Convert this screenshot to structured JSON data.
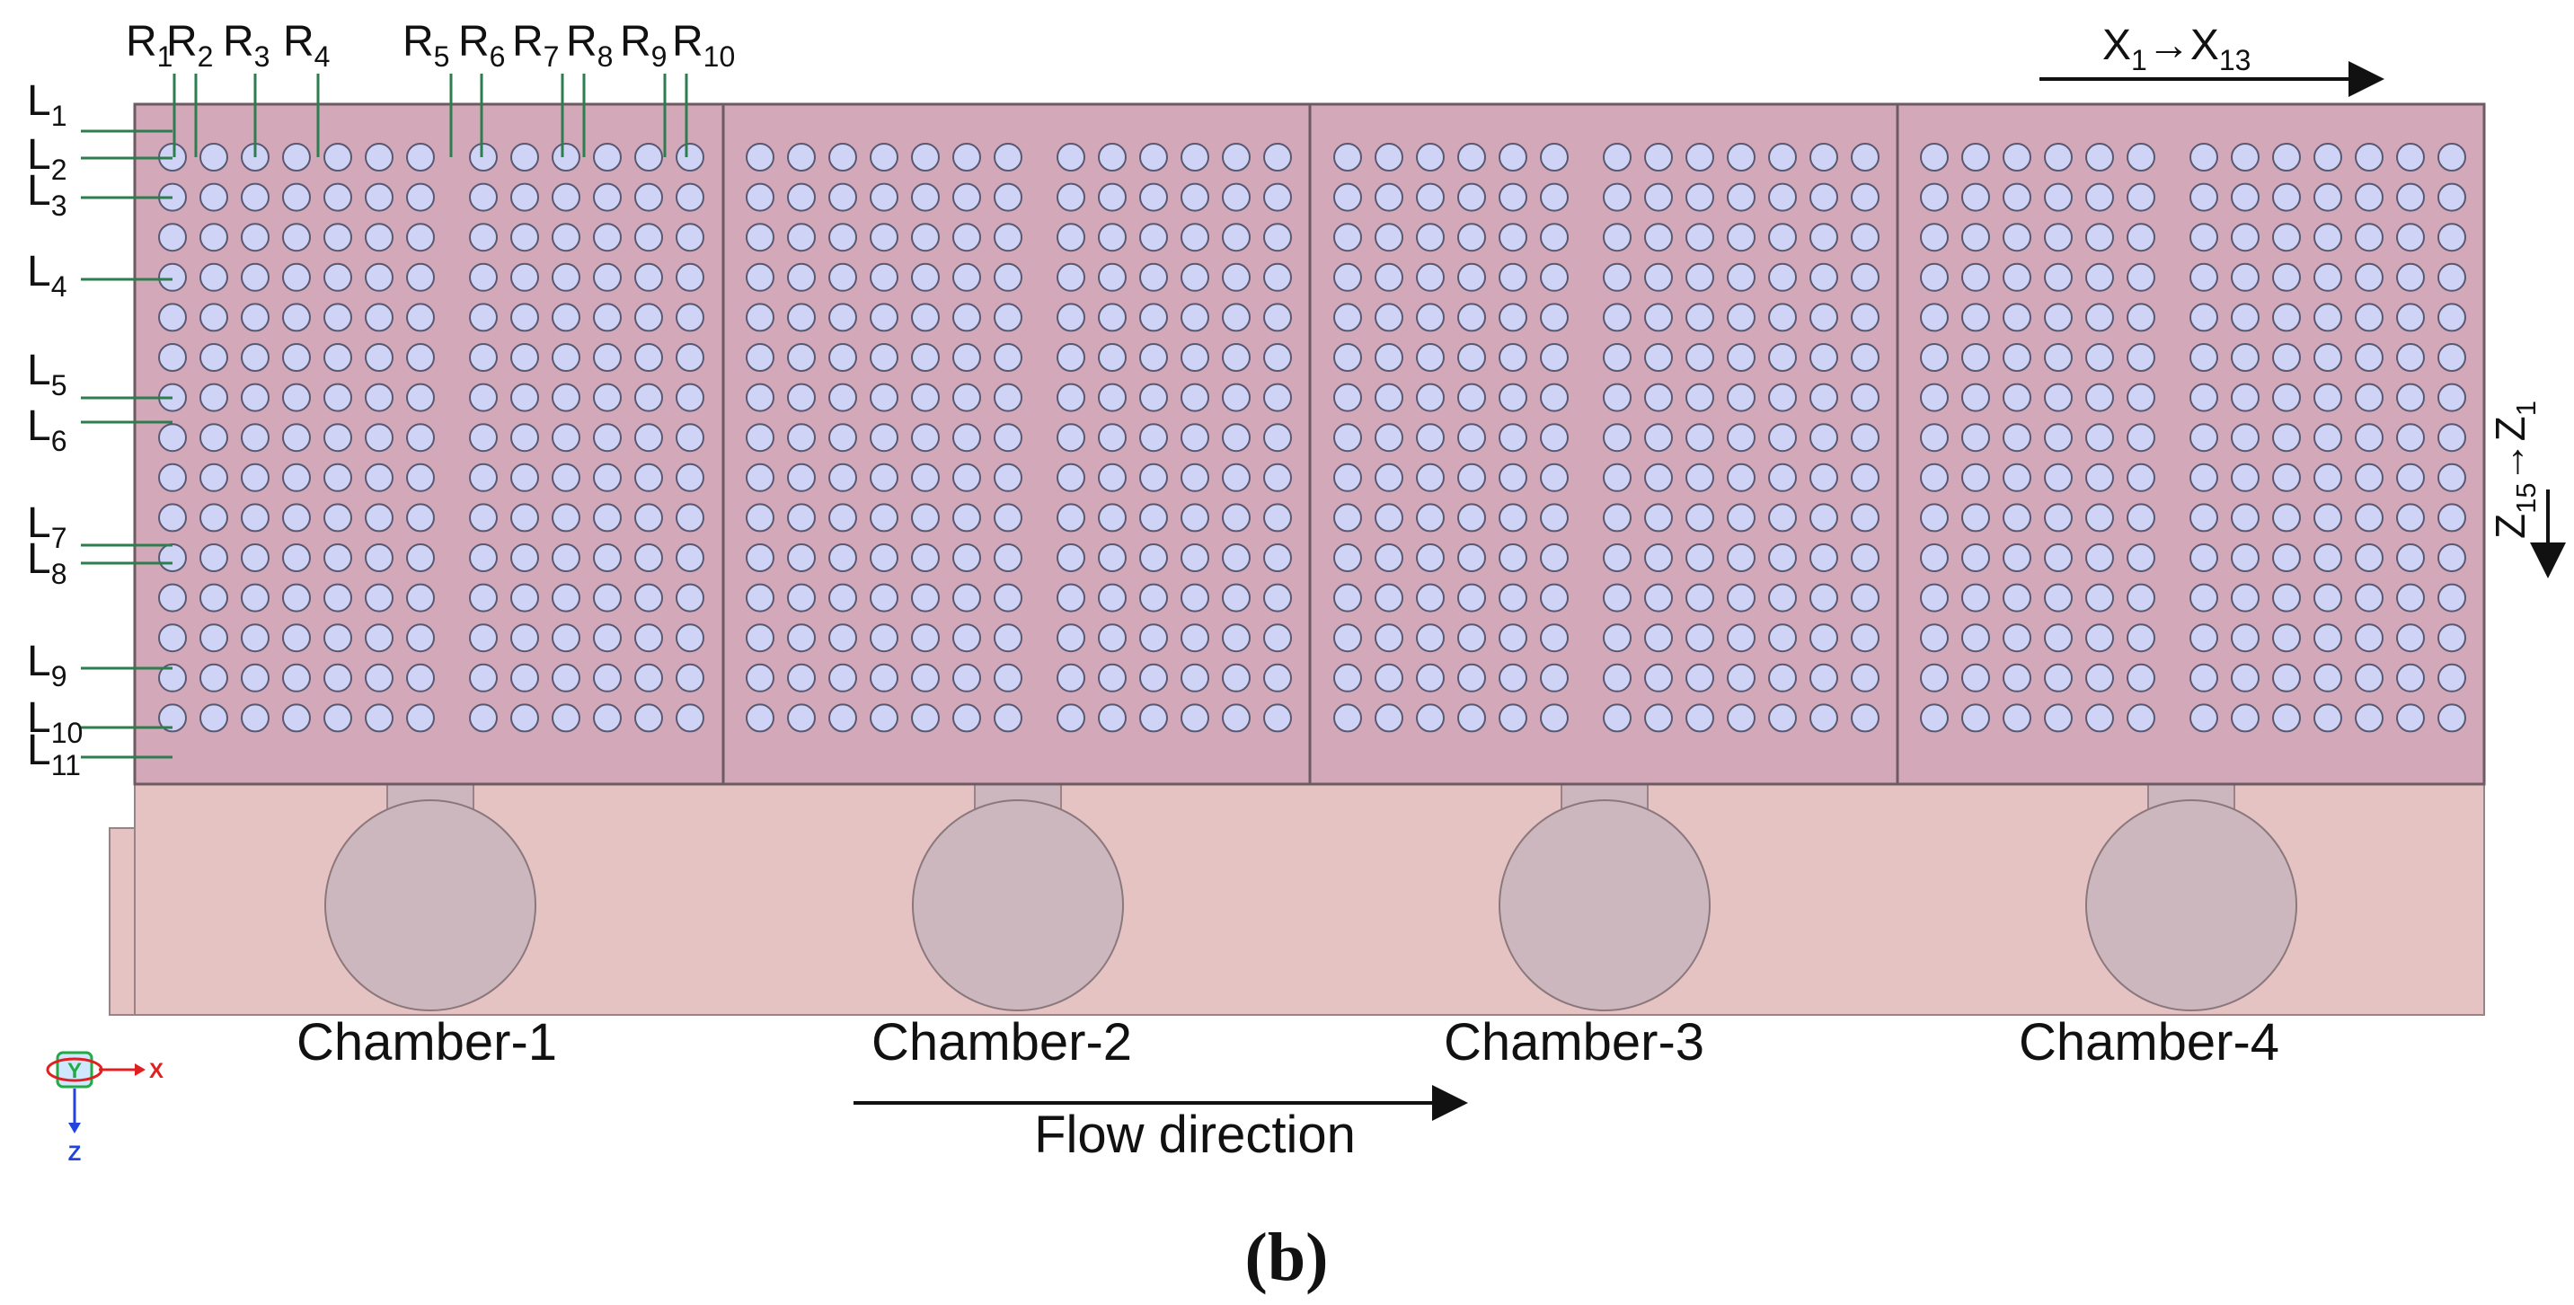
{
  "figure": {
    "panel_label": "(b)",
    "chambers": [
      {
        "label": "Chamber-1"
      },
      {
        "label": "Chamber-2"
      },
      {
        "label": "Chamber-3"
      },
      {
        "label": "Chamber-4"
      }
    ],
    "flow_label": "Flow direction",
    "x_direction": {
      "start": "X",
      "start_sub": "1",
      "arrow": "→",
      "end": "X",
      "end_sub": "13"
    },
    "z_direction": {
      "start": "Z",
      "start_sub": "15",
      "arrow": "→",
      "end": "Z",
      "end_sub": "1"
    },
    "row_labels": [
      {
        "main": "R",
        "sub": "1"
      },
      {
        "main": "R",
        "sub": "2"
      },
      {
        "main": "R",
        "sub": "3"
      },
      {
        "main": "R",
        "sub": "4"
      },
      {
        "main": "R",
        "sub": "5"
      },
      {
        "main": "R",
        "sub": "6"
      },
      {
        "main": "R",
        "sub": "7"
      },
      {
        "main": "R",
        "sub": "8"
      },
      {
        "main": "R",
        "sub": "9"
      },
      {
        "main": "R",
        "sub": "10"
      }
    ],
    "layer_labels": [
      {
        "main": "L",
        "sub": "1"
      },
      {
        "main": "L",
        "sub": "2"
      },
      {
        "main": "L",
        "sub": "3"
      },
      {
        "main": "L",
        "sub": "4"
      },
      {
        "main": "L",
        "sub": "5"
      },
      {
        "main": "L",
        "sub": "6"
      },
      {
        "main": "L",
        "sub": "7"
      },
      {
        "main": "L",
        "sub": "8"
      },
      {
        "main": "L",
        "sub": "9"
      },
      {
        "main": "L",
        "sub": "10"
      },
      {
        "main": "L",
        "sub": "11"
      }
    ],
    "triad": {
      "y": "Y",
      "x": "X",
      "z": "Z"
    },
    "tube_grid": {
      "rows": 15,
      "columns_per_chamber": 13
    },
    "colors": {
      "box": "#d3a9ba",
      "base": "#e6c3c3",
      "pipe": "#cbb7bd",
      "tube": "#cfd3f6",
      "green": "#2e7d4f",
      "triad_red": "#e02020",
      "triad_blue": "#2244dd",
      "triad_green": "#22aa44"
    }
  }
}
